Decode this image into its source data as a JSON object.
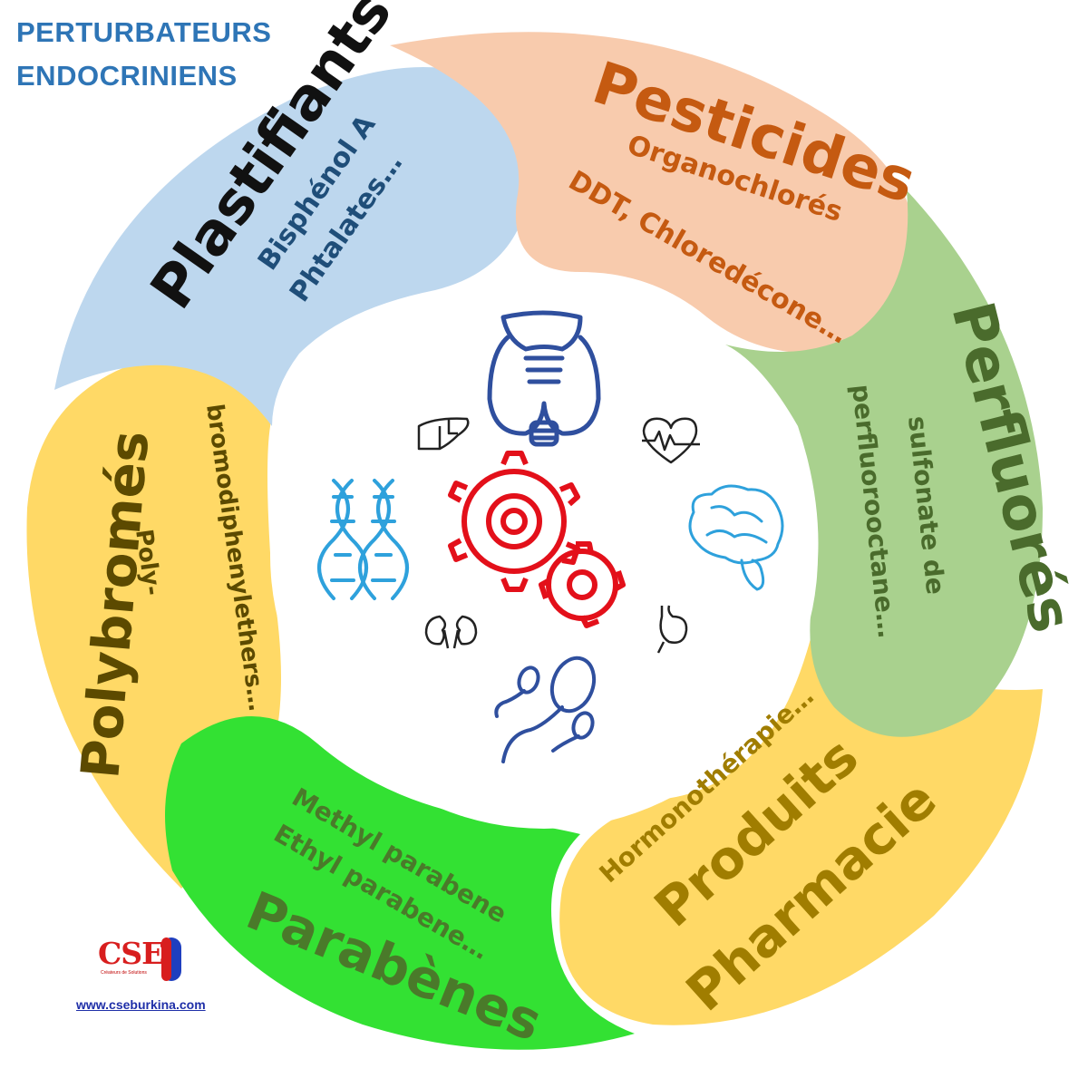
{
  "title": {
    "line1": "PERTURBATEURS",
    "line2": "ENDOCRINIENS"
  },
  "colors": {
    "plastifiants": "#bdd7ee",
    "pesticides": "#f8cbad",
    "perfluores": "#a9d18e",
    "pharmacie": "#ffd966",
    "parabenes": "#33e133",
    "polybromes": "#ffd966"
  },
  "segments": {
    "plastifiants": {
      "title": "Plastifiants",
      "lines": [
        "Bisphénol A",
        "Phtalates…"
      ],
      "title_color": "#111111",
      "text_color": "#1f4e79"
    },
    "pesticides": {
      "title": "Pesticides",
      "lines": [
        "Organochlorés",
        "DDT, Chloredécone…"
      ],
      "title_color": "#c55a11",
      "text_color": "#c55a11"
    },
    "perfluores": {
      "title": "Perfluorés",
      "lines": [
        "sulfonate de",
        "perfluorooctane…"
      ],
      "title_color": "#4a6b2c",
      "text_color": "#4a6b2c"
    },
    "pharmacie": {
      "title_line1": "Produits",
      "title_line2": "Pharmacie",
      "sub": "Hormonothérapie…",
      "title_color": "#a07d00",
      "text_color": "#a07d00"
    },
    "parabenes": {
      "title": "Parabènes",
      "lines": [
        "Methyl parabene",
        "Ethyl parabene…"
      ],
      "title_color": "#4a7a2a",
      "text_color": "#4a7a2a"
    },
    "polybromes": {
      "title": "Polybromés",
      "lines": [
        "Poly-",
        "bromodiphenylethers…"
      ],
      "title_color": "#5c4a00",
      "text_color": "#5c4a00"
    }
  },
  "center_icons": [
    "thyroid-icon",
    "liver-icon",
    "heart-icon",
    "dna-icon",
    "gears-icon",
    "brain-icon",
    "kidneys-icon",
    "stomach-icon",
    "sperm-icon"
  ],
  "logo": {
    "text": "CSE",
    "small": "Créateurs de Solutions",
    "website": "www.cseburkina.com"
  }
}
